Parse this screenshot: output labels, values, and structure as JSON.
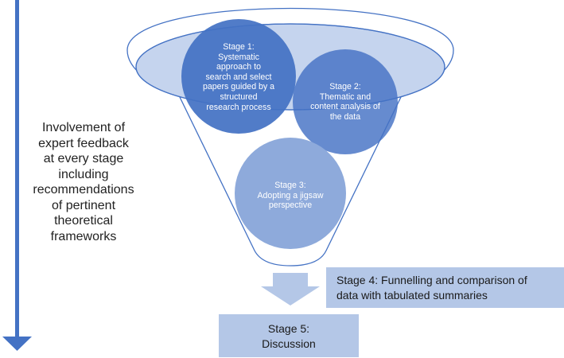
{
  "side_note": {
    "lines": [
      "Involvement of",
      "expert feedback",
      "at every stage",
      "including",
      "recommendations",
      "of pertinent",
      "theoretical",
      "frameworks"
    ]
  },
  "stages": {
    "stage1": {
      "lines": [
        "Stage 1:",
        "Systematic",
        "approach to",
        "search and select",
        "papers guided by a",
        "structured",
        "research process"
      ]
    },
    "stage2": {
      "lines": [
        "Stage 2:",
        "Thematic and",
        "content analysis of",
        "the data"
      ]
    },
    "stage3": {
      "lines": [
        "Stage 3:",
        "Adopting a jigsaw",
        "perspective"
      ]
    },
    "stage4": {
      "lines": [
        "Stage 4: Funnelling and comparison of",
        "data with tabulated summaries"
      ]
    },
    "stage5": {
      "lines": [
        "Stage 5:",
        "Discussion"
      ]
    }
  },
  "colors": {
    "arrow": "#4472c4",
    "funnel_stroke": "#4472c4",
    "funnel_fill": "#ffffff",
    "inner_ellipse_fill": "#c5d4ee",
    "circle_fill": "#4472c4",
    "circle_light_fill": "#8eaadb",
    "box_fill": "#b4c7e7",
    "down_arrow_fill": "#b4c7e7"
  }
}
